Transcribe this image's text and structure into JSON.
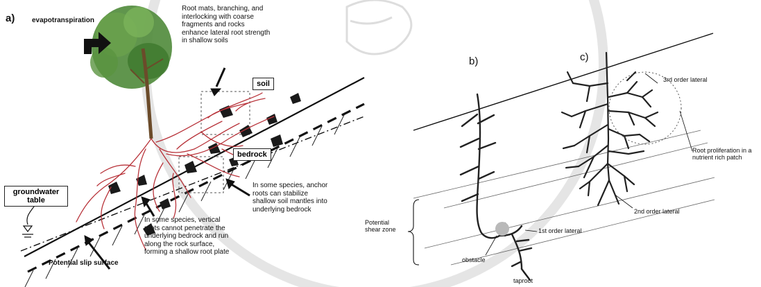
{
  "panel_a": {
    "letter": "a)",
    "evapotranspiration": "evapotranspiration",
    "root_mats_note": "Root mats, branching, and\ninterlocking with coarse\nfragments and rocks\nenhance lateral root strength\nin shallow soils",
    "soil_label": "soil",
    "bedrock_label": "bedrock",
    "groundwater_label": "groundwater\ntable",
    "anchor_note": "In some species, anchor\nroots can stabilize\nshallow soil mantles into\nunderlying bedrock",
    "vertical_note": "In some species, vertical\nroots cannot penetrate the\nunderlying bedrock and run\nalong the rock surface,\nforming a shallow root plate",
    "slip_label": "Potential slip surface"
  },
  "panel_b": {
    "letter": "b)",
    "shear_zone": "Potential\nshear zone",
    "first_order": "1st order lateral",
    "obstacle": "obstacle",
    "taproot": "taproot"
  },
  "panel_c": {
    "letter": "c)",
    "third_order": "3rd order lateral",
    "proliferation": "Root proliferation in a\nnutrient rich patch",
    "second_order": "2nd order lateral"
  },
  "colors": {
    "roots_a": "#b8333a",
    "lines": "#111111",
    "foliage": "#4f8a3a",
    "watermark": "#c9c9c9",
    "obstacle": "#b9b9b9"
  }
}
